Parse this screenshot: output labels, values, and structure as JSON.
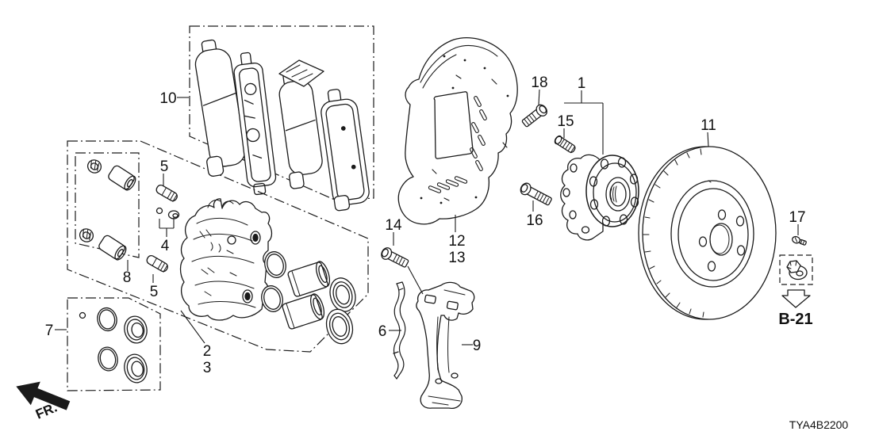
{
  "figure": {
    "diagram_code": "TYA4B2200",
    "front_direction_label": "FR.",
    "cross_reference_label": "B-21"
  },
  "callouts": {
    "c1": "1",
    "c2": "2",
    "c3": "3",
    "c4": "4",
    "c5_upper": "5",
    "c5_lower": "5",
    "c6": "6",
    "c7": "7",
    "c8": "8",
    "c9": "9",
    "c10": "10",
    "c11": "11",
    "c12": "12",
    "c13": "13",
    "c14": "14",
    "c15": "15",
    "c16": "16",
    "c17": "17",
    "c18": "18"
  },
  "colors": {
    "line": "#1a1a1a",
    "background": "#ffffff"
  }
}
